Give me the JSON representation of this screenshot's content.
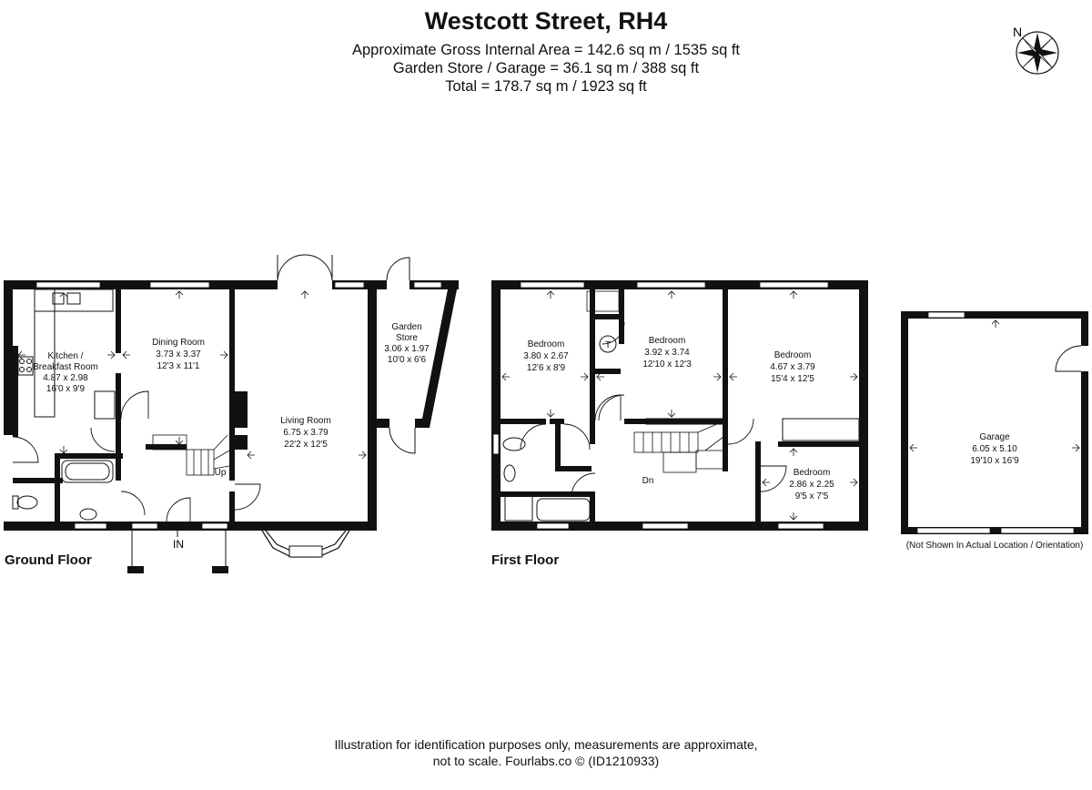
{
  "header": {
    "title": "Westcott Street, RH4",
    "area_internal": "Approximate Gross Internal Area = 142.6 sq m / 1535 sq ft",
    "area_store": "Garden Store / Garage = 36.1 sq m / 388 sq ft",
    "area_total": "Total = 178.7 sq m / 1923 sq ft"
  },
  "compass": {
    "label": "N"
  },
  "floors": {
    "ground": {
      "label": "Ground Floor",
      "entrance": "IN",
      "stair": "Up",
      "rooms": {
        "kitchen": {
          "name1": "Kitchen /",
          "name2": "Breakfast Room",
          "metric": "4.87 x 2.98",
          "imperial": "16'0 x 9'9"
        },
        "dining": {
          "name": "Dining Room",
          "metric": "3.73 x 3.37",
          "imperial": "12'3 x 11'1"
        },
        "living": {
          "name": "Living Room",
          "metric": "6.75 x 3.79",
          "imperial": "22'2 x 12'5"
        },
        "store": {
          "name1": "Garden",
          "name2": "Store",
          "metric": "3.06 x 1.97",
          "imperial": "10'0 x 6'6"
        }
      }
    },
    "first": {
      "label": "First Floor",
      "stair": "Dn",
      "cylinder": "T",
      "rooms": {
        "bed1": {
          "name": "Bedroom",
          "metric": "3.80 x 2.67",
          "imperial": "12'6 x 8'9"
        },
        "bed2": {
          "name": "Bedroom",
          "metric": "3.92 x 3.74",
          "imperial": "12'10 x 12'3"
        },
        "bed3": {
          "name": "Bedroom",
          "metric": "4.67 x 3.79",
          "imperial": "15'4 x 12'5"
        },
        "bed4": {
          "name": "Bedroom",
          "metric": "2.86 x 2.25",
          "imperial": "9'5 x 7'5"
        }
      }
    },
    "garage": {
      "name": "Garage",
      "metric": "6.05 x 5.10",
      "imperial": "19'10 x 16'9",
      "note": "(Not Shown In Actual Location / Orientation)"
    }
  },
  "disclaimer": {
    "line1": "Illustration for identification purposes only, measurements are approximate,",
    "line2": "not to scale. Fourlabs.co © (ID1210933)"
  }
}
